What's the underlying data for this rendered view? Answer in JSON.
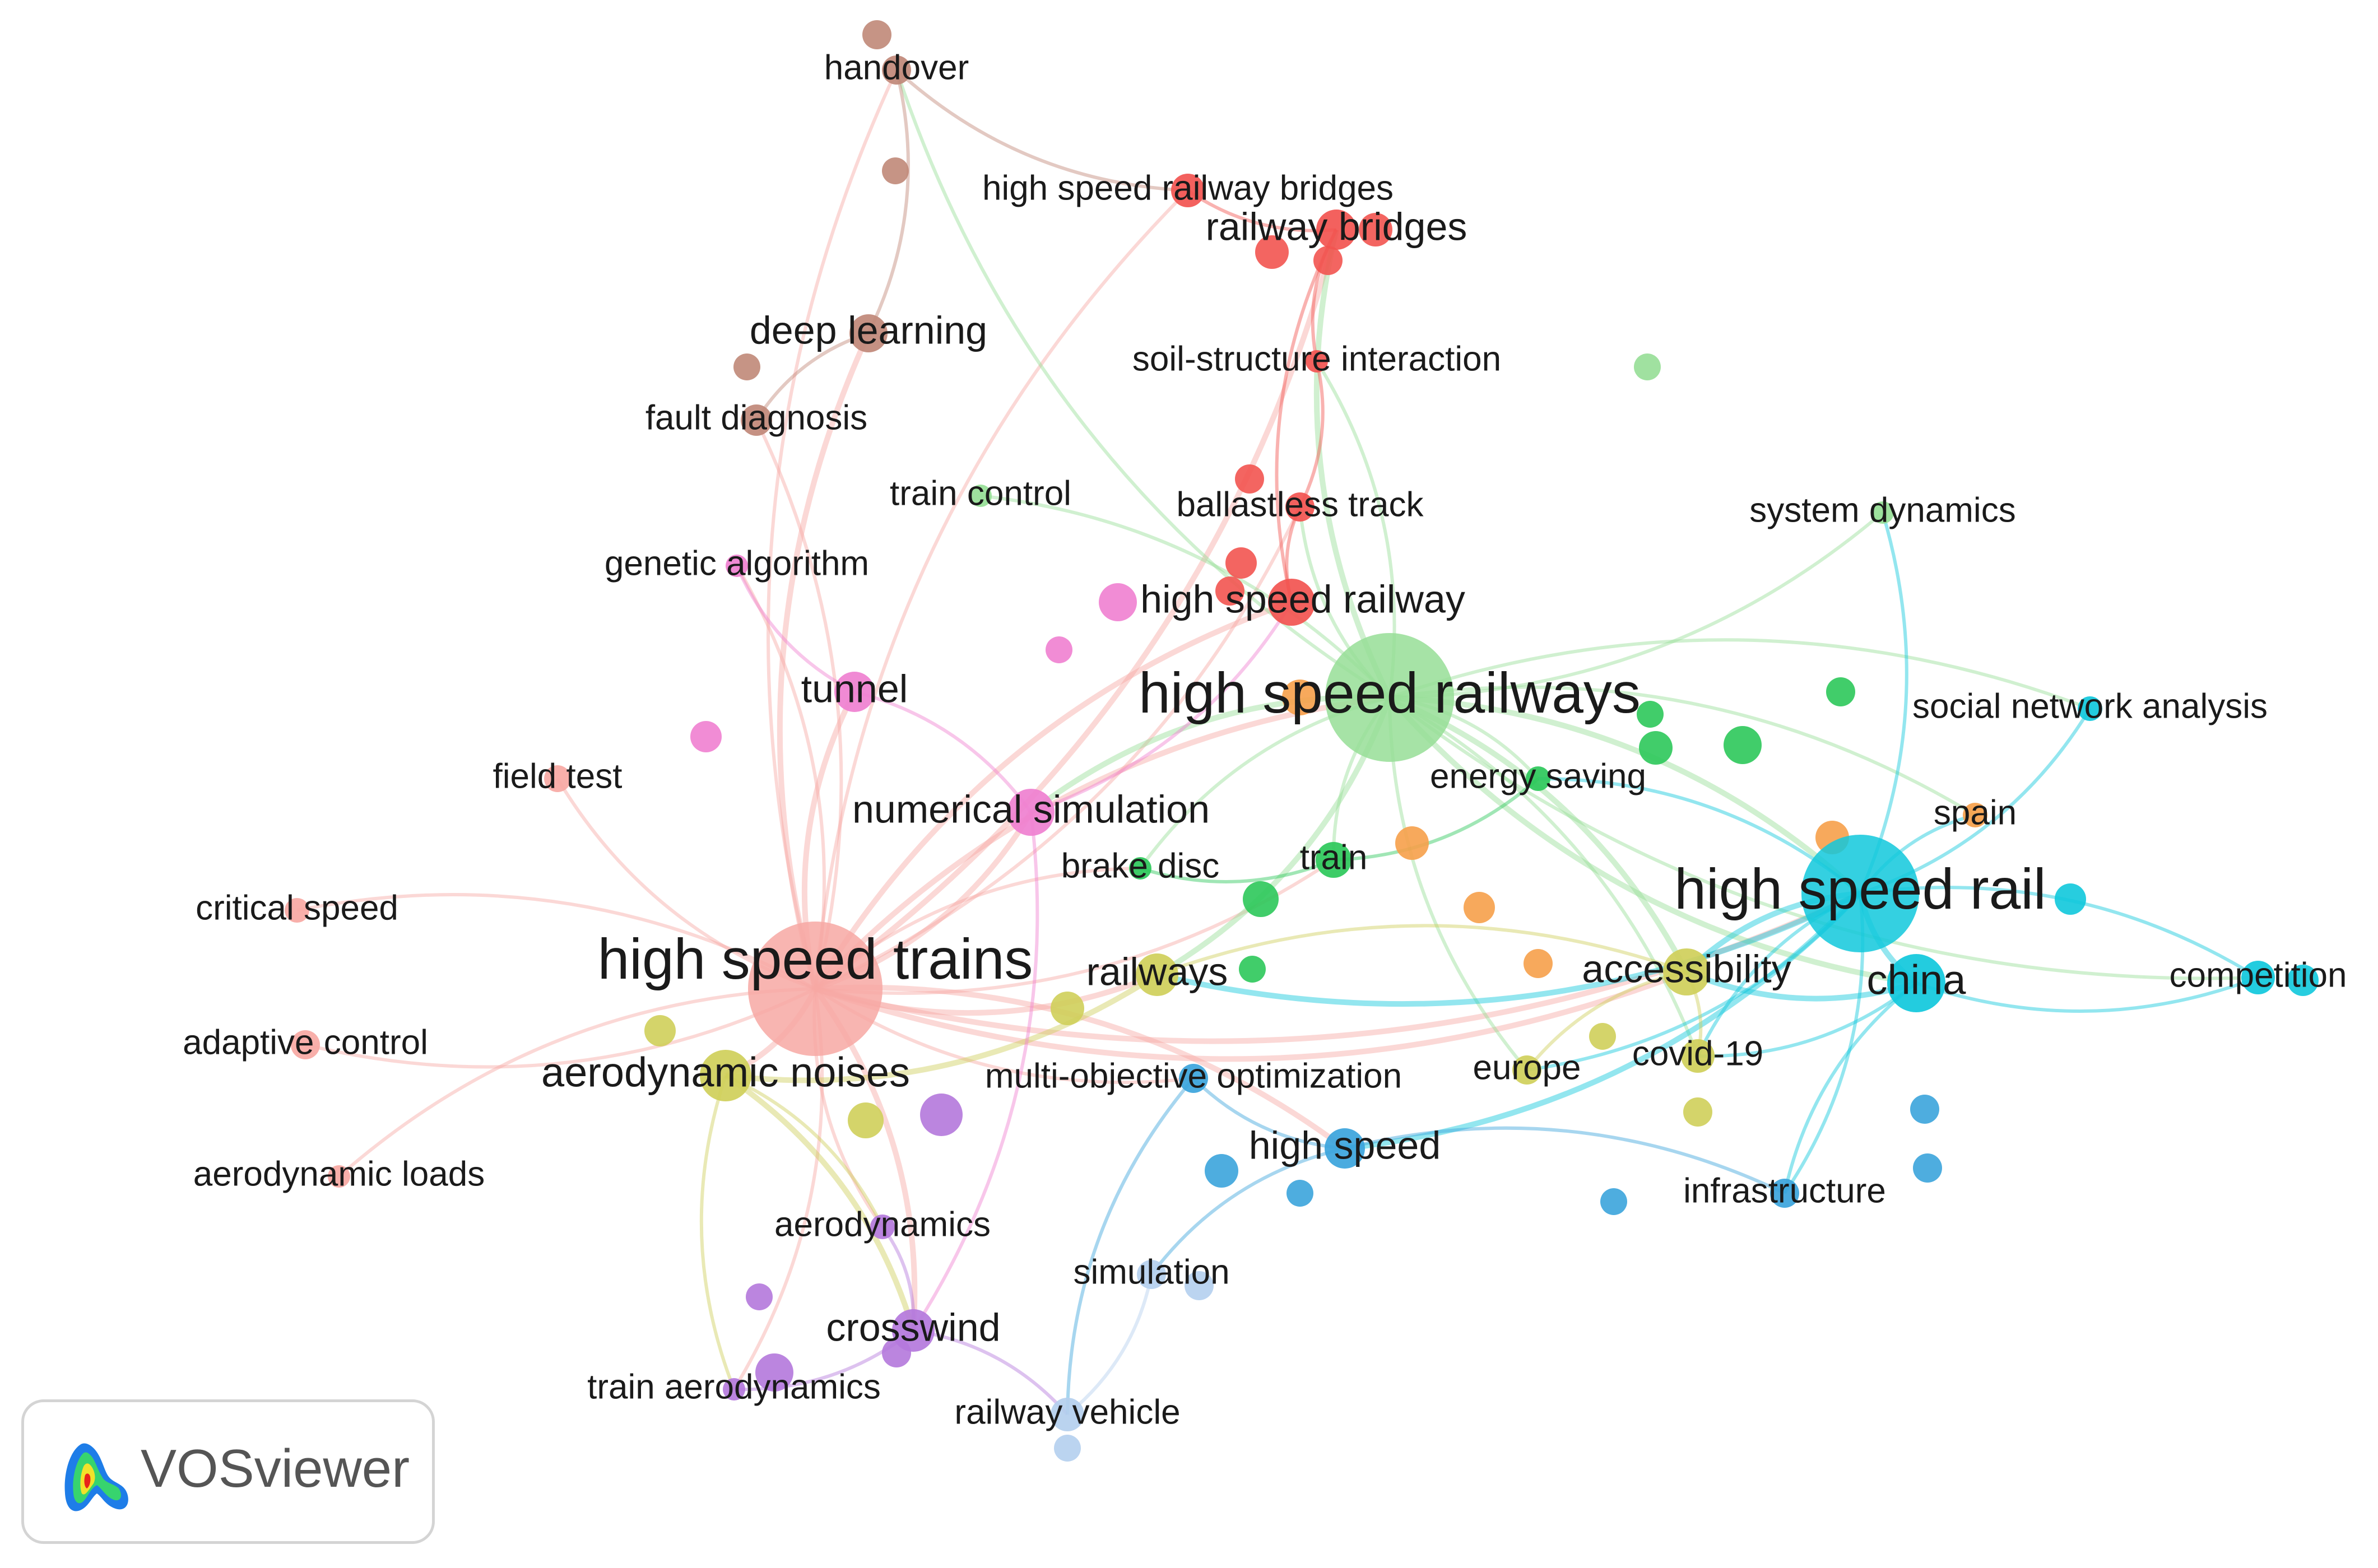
{
  "brand": {
    "name": "VOSviewer"
  },
  "colors": {
    "red": "#f25450",
    "salmon": "#f7a8a3",
    "brown": "#c08878",
    "pink": "#ef80d0",
    "purple": "#b478dc",
    "olive": "#cfcf5a",
    "lightgreen": "#96de96",
    "green": "#2cc85a",
    "orange": "#f6a04a",
    "blue": "#3ba4dc",
    "cyan": "#10c8dc",
    "paleblue": "#b4cfee"
  },
  "keywords": [
    {
      "id": "handover",
      "label": "handover",
      "color": "brown",
      "weight": 1
    },
    {
      "id": "hsrb",
      "label": "high speed railway bridges",
      "color": "red",
      "weight": 1
    },
    {
      "id": "railway-bridges",
      "label": "railway bridges",
      "color": "red",
      "weight": 2
    },
    {
      "id": "deep-learning",
      "label": "deep learning",
      "color": "brown",
      "weight": 2
    },
    {
      "id": "soil",
      "label": "soil-structure interaction",
      "color": "red",
      "weight": 1
    },
    {
      "id": "fault",
      "label": "fault diagnosis",
      "color": "brown",
      "weight": 1
    },
    {
      "id": "train-control",
      "label": "train control",
      "color": "lightgreen",
      "weight": 1
    },
    {
      "id": "ballastless",
      "label": "ballastless track",
      "color": "red",
      "weight": 1
    },
    {
      "id": "system-dynamics",
      "label": "system dynamics",
      "color": "lightgreen",
      "weight": 1
    },
    {
      "id": "genetic",
      "label": "genetic algorithm",
      "color": "pink",
      "weight": 1
    },
    {
      "id": "hsr-single",
      "label": "high speed railway",
      "color": "red",
      "weight": 2
    },
    {
      "id": "hsrailways",
      "label": "high speed railways",
      "color": "lightgreen",
      "weight": 5
    },
    {
      "id": "tunnel",
      "label": "tunnel",
      "color": "pink",
      "weight": 2
    },
    {
      "id": "social",
      "label": "social network analysis",
      "color": "cyan",
      "weight": 1
    },
    {
      "id": "field-test",
      "label": "field test",
      "color": "salmon",
      "weight": 1
    },
    {
      "id": "energy",
      "label": "energy saving",
      "color": "green",
      "weight": 1
    },
    {
      "id": "spain",
      "label": "spain",
      "color": "orange",
      "weight": 1
    },
    {
      "id": "numerical",
      "label": "numerical simulation",
      "color": "pink",
      "weight": 2
    },
    {
      "id": "train",
      "label": "train",
      "color": "green",
      "weight": 1
    },
    {
      "id": "brake",
      "label": "brake disc",
      "color": "green",
      "weight": 1
    },
    {
      "id": "hs-rail",
      "label": "high speed rail",
      "color": "cyan",
      "weight": 5
    },
    {
      "id": "critical",
      "label": "critical speed",
      "color": "salmon",
      "weight": 1
    },
    {
      "id": "hst",
      "label": "high speed trains",
      "color": "salmon",
      "weight": 5
    },
    {
      "id": "railways",
      "label": "railways",
      "color": "olive",
      "weight": 2
    },
    {
      "id": "accessibility",
      "label": "accessibility",
      "color": "olive",
      "weight": 2
    },
    {
      "id": "china",
      "label": "china",
      "color": "cyan",
      "weight": 3
    },
    {
      "id": "competition",
      "label": "competition",
      "color": "cyan",
      "weight": 1
    },
    {
      "id": "adaptive",
      "label": "adaptive control",
      "color": "salmon",
      "weight": 1
    },
    {
      "id": "covid",
      "label": "covid-19",
      "color": "olive",
      "weight": 1
    },
    {
      "id": "aero-noises",
      "label": "aerodynamic noises",
      "color": "olive",
      "weight": 3
    },
    {
      "id": "moo",
      "label": "multi-objective optimization",
      "color": "blue",
      "weight": 1
    },
    {
      "id": "europe",
      "label": "europe",
      "color": "olive",
      "weight": 1
    },
    {
      "id": "high-speed",
      "label": "high speed",
      "color": "blue",
      "weight": 2
    },
    {
      "id": "aero-loads",
      "label": "aerodynamic loads",
      "color": "salmon",
      "weight": 1
    },
    {
      "id": "infrastructure",
      "label": "infrastructure",
      "color": "blue",
      "weight": 1
    },
    {
      "id": "aerodynamics",
      "label": "aerodynamics",
      "color": "purple",
      "weight": 1
    },
    {
      "id": "simulation",
      "label": "simulation",
      "color": "paleblue",
      "weight": 1
    },
    {
      "id": "crosswind",
      "label": "crosswind",
      "color": "purple",
      "weight": 2
    },
    {
      "id": "train-aero",
      "label": "train aerodynamics",
      "color": "purple",
      "weight": 1
    },
    {
      "id": "railway-vehicle",
      "label": "railway vehicle",
      "color": "paleblue",
      "weight": 1
    }
  ],
  "links": [
    [
      "hst",
      "hsrailways"
    ],
    [
      "hst",
      "hs-rail"
    ],
    [
      "hst",
      "tunnel"
    ],
    [
      "hst",
      "numerical"
    ],
    [
      "hst",
      "aero-noises"
    ],
    [
      "hst",
      "critical"
    ],
    [
      "hst",
      "adaptive"
    ],
    [
      "hst",
      "aero-loads"
    ],
    [
      "hst",
      "field-test"
    ],
    [
      "hst",
      "fault"
    ],
    [
      "hst",
      "deep-learning"
    ],
    [
      "hst",
      "genetic"
    ],
    [
      "hst",
      "crosswind"
    ],
    [
      "hst",
      "railways"
    ],
    [
      "hst",
      "hsr-single"
    ],
    [
      "hst",
      "railway-bridges"
    ],
    [
      "hst",
      "handover"
    ],
    [
      "hst",
      "aerodynamics"
    ],
    [
      "hst",
      "train-aero"
    ],
    [
      "hst",
      "train"
    ],
    [
      "hst",
      "brake"
    ],
    [
      "hst",
      "moo"
    ],
    [
      "hst",
      "high-speed"
    ],
    [
      "hst",
      "ballastless"
    ],
    [
      "hst",
      "hsrb"
    ],
    [
      "hst",
      "accessibility"
    ],
    [
      "hsrailways",
      "hs-rail"
    ],
    [
      "hsrailways",
      "system-dynamics"
    ],
    [
      "hsrailways",
      "energy"
    ],
    [
      "hsrailways",
      "train"
    ],
    [
      "hsrailways",
      "accessibility"
    ],
    [
      "hsrailways",
      "china"
    ],
    [
      "hsrailways",
      "spain"
    ],
    [
      "hsrailways",
      "train-control"
    ],
    [
      "hsrailways",
      "ballastless"
    ],
    [
      "hsrailways",
      "soil"
    ],
    [
      "hsrailways",
      "railway-bridges"
    ],
    [
      "hsrailways",
      "brake"
    ],
    [
      "hsrailways",
      "railways"
    ],
    [
      "hsrailways",
      "europe"
    ],
    [
      "hsrailways",
      "covid"
    ],
    [
      "hsrailways",
      "competition"
    ],
    [
      "hsrailways",
      "handover"
    ],
    [
      "hsrailways",
      "numerical"
    ],
    [
      "hsrailways",
      "social"
    ],
    [
      "hs-rail",
      "china"
    ],
    [
      "hs-rail",
      "competition"
    ],
    [
      "hs-rail",
      "social"
    ],
    [
      "hs-rail",
      "spain"
    ],
    [
      "hs-rail",
      "accessibility"
    ],
    [
      "hs-rail",
      "infrastructure"
    ],
    [
      "hs-rail",
      "covid"
    ],
    [
      "hs-rail",
      "europe"
    ],
    [
      "hs-rail",
      "energy"
    ],
    [
      "hs-rail",
      "high-speed"
    ],
    [
      "hs-rail",
      "system-dynamics"
    ],
    [
      "hs-rail",
      "railways"
    ],
    [
      "china",
      "competition"
    ],
    [
      "china",
      "accessibility"
    ],
    [
      "china",
      "infrastructure"
    ],
    [
      "china",
      "covid"
    ],
    [
      "accessibility",
      "europe"
    ],
    [
      "accessibility",
      "covid"
    ],
    [
      "accessibility",
      "railways"
    ],
    [
      "aero-noises",
      "crosswind"
    ],
    [
      "aero-noises",
      "train-aero"
    ],
    [
      "aero-noises",
      "aerodynamics"
    ],
    [
      "aero-noises",
      "railways"
    ],
    [
      "crosswind",
      "train-aero"
    ],
    [
      "crosswind",
      "aerodynamics"
    ],
    [
      "crosswind",
      "railway-vehicle"
    ],
    [
      "numerical",
      "tunnel"
    ],
    [
      "numerical",
      "crosswind"
    ],
    [
      "numerical",
      "hsr-single"
    ],
    [
      "high-speed",
      "moo"
    ],
    [
      "high-speed",
      "simulation"
    ],
    [
      "high-speed",
      "infrastructure"
    ],
    [
      "moo",
      "railway-vehicle"
    ],
    [
      "simulation",
      "railway-vehicle"
    ],
    [
      "handover",
      "hsrb"
    ],
    [
      "handover",
      "deep-learning"
    ],
    [
      "deep-learning",
      "fault"
    ],
    [
      "railway-bridges",
      "hsrb"
    ],
    [
      "railway-bridges",
      "soil"
    ],
    [
      "soil",
      "ballastless"
    ],
    [
      "ballastless",
      "hsr-single"
    ],
    [
      "hsr-single",
      "railway-bridges"
    ],
    [
      "genetic",
      "tunnel"
    ],
    [
      "train",
      "brake"
    ],
    [
      "train",
      "energy"
    ]
  ]
}
